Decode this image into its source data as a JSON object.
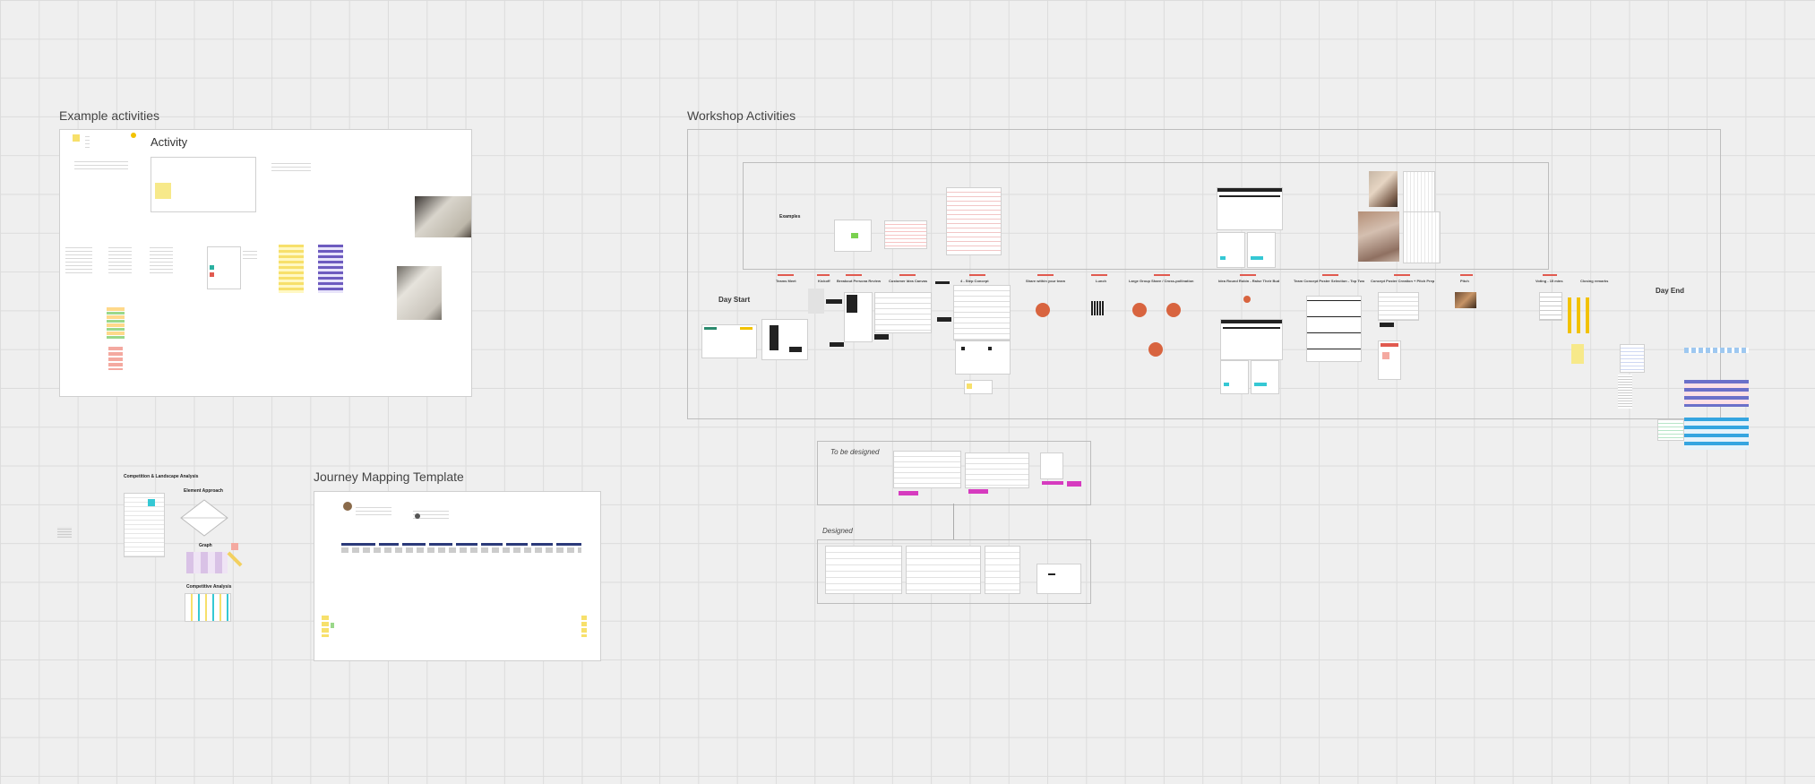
{
  "canvas": {
    "grid_color": "#dcdcdc",
    "background_color": "#efefef"
  },
  "example_activities": {
    "title": "Example activities",
    "activity_label": "Activity"
  },
  "workshop_activities": {
    "title": "Workshop Activities",
    "examples_label": "Examples",
    "day_start": "Day Start",
    "day_end": "Day End",
    "phases": [
      "Teams Meet",
      "Kickoff",
      "Breakout Persona Review",
      "Customer Idea Canvas",
      "4 - Step Concept",
      "Share within your team",
      "Lunch",
      "Large Group Share / Cross-pollination",
      "Idea Round Robin - Raise Their Bud",
      "Team Concept Poster Selection - Top Two",
      "Concept Poster Creation + Pitch Prep",
      "Pitch",
      "Voting - 15 mins",
      "Closing remarks"
    ],
    "to_be_designed": "To be designed",
    "designed": "Designed"
  },
  "competition": {
    "title": "Competition & Landscape Analysis",
    "element_approach": "Element Approach",
    "graph": "Graph",
    "competitive_analysis": "Competitive Analysis"
  },
  "journey": {
    "title": "Journey Mapping Template"
  },
  "colors": {
    "accent_red": "#e15a4f",
    "orange_dot": "#d8643f",
    "navy": "#2b3a7a",
    "pink": "#d63bbf",
    "sticky_yellow": "#f7e06b"
  }
}
